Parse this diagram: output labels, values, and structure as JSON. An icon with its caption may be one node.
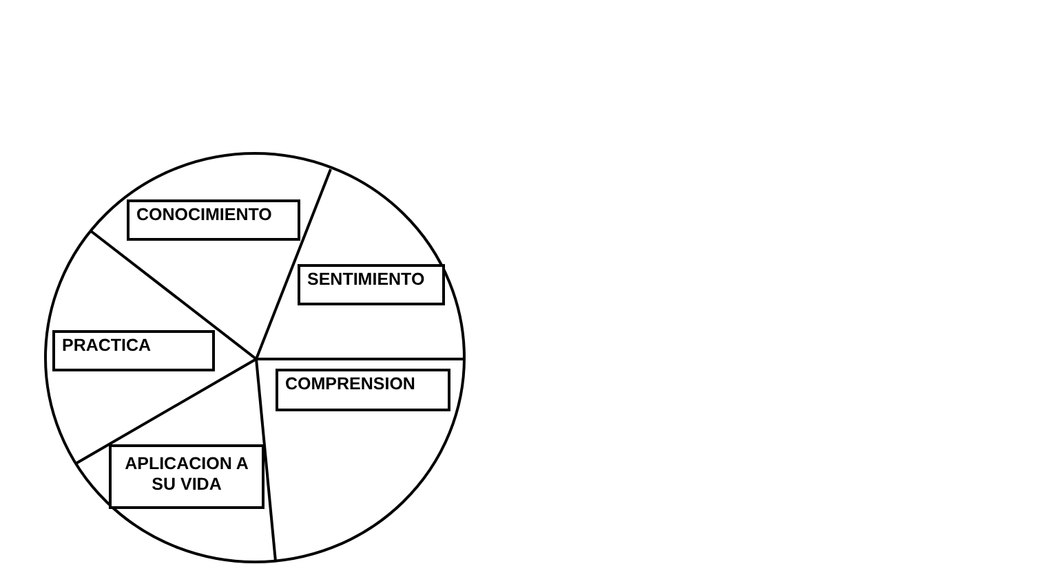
{
  "diagram": {
    "nodes": [
      {
        "text": [
          "CONOCIMIENTO"
        ]
      },
      {
        "text": [
          "SENTIMIENTO"
        ]
      },
      {
        "text": [
          "PRACTICA"
        ]
      },
      {
        "text": [
          "COMPRENSION"
        ]
      },
      {
        "text": [
          "APLICACION A SU VIDA"
        ]
      }
    ]
  }
}
